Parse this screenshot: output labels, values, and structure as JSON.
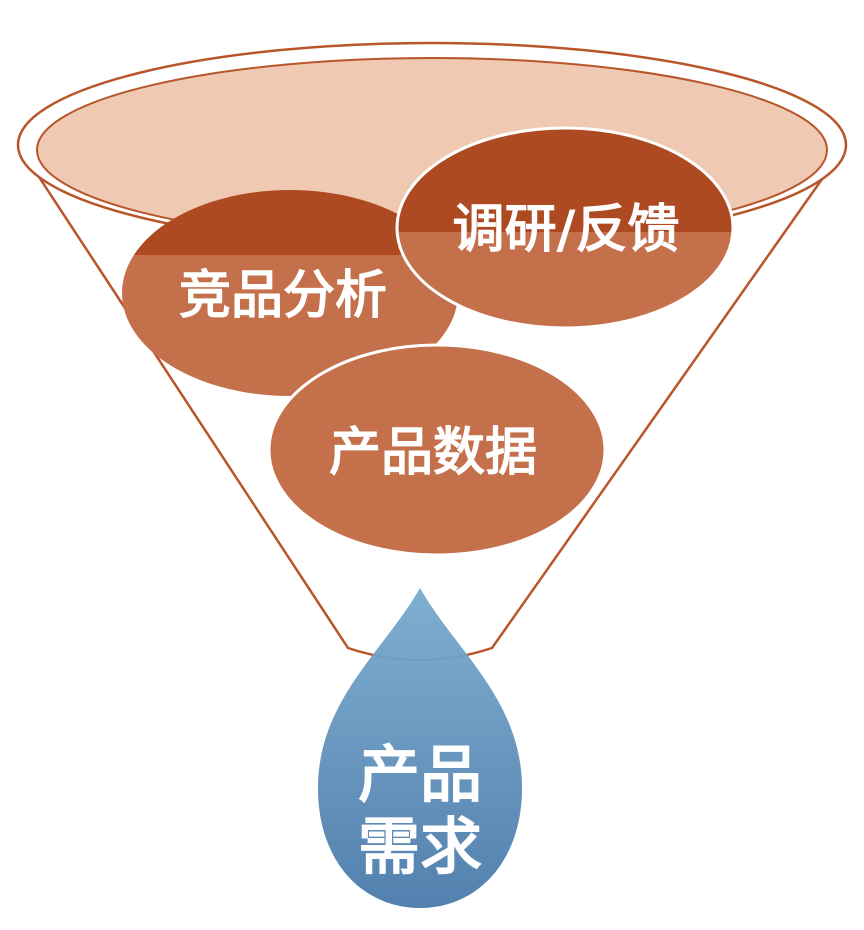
{
  "diagram": {
    "type": "funnel",
    "inputs": [
      {
        "id": "competitor-analysis",
        "label": "竞品分析"
      },
      {
        "id": "research-feedback",
        "label": "调研/反馈"
      },
      {
        "id": "product-data",
        "label": "产品数据"
      }
    ],
    "output": {
      "line1": "产品",
      "line2": "需求"
    }
  },
  "colors": {
    "funnel_outline": "#b8552a",
    "funnel_rim_fill": "#efc9b1",
    "bubble_dark": "#ad4a22",
    "bubble_light": "#c4704a",
    "drop_top": "#79aace",
    "drop_bottom": "#4a7aaa",
    "label_text": "#ffffff"
  }
}
